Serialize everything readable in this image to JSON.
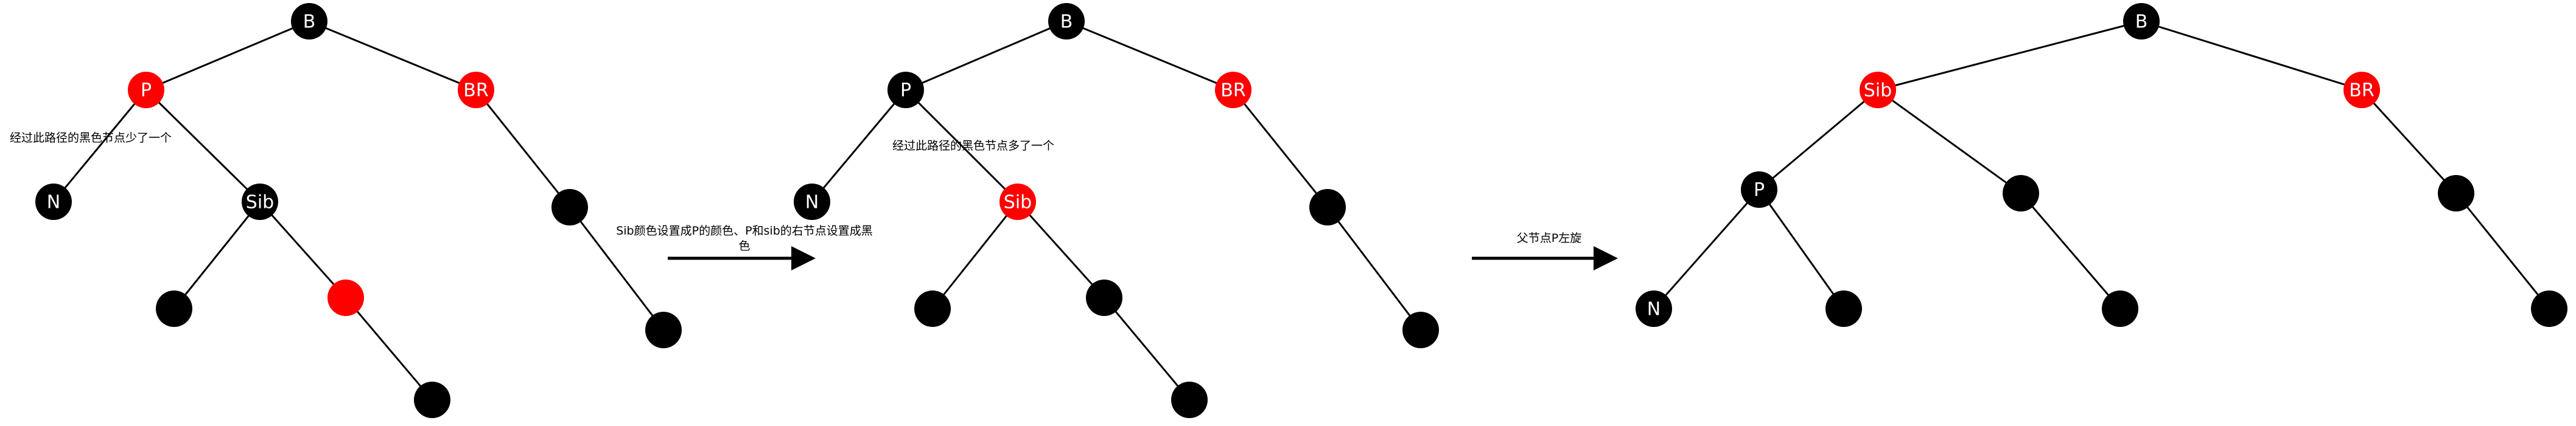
{
  "colors": {
    "black_node": "#000000",
    "red_node": "#ff0000",
    "label": "#ffffff",
    "edge": "#000000"
  },
  "diagrams": [
    {
      "id": "before",
      "nodes": [
        {
          "id": "b",
          "label": "B",
          "color": "black"
        },
        {
          "id": "p",
          "label": "P",
          "color": "red"
        },
        {
          "id": "br",
          "label": "BR",
          "color": "red"
        },
        {
          "id": "n",
          "label": "N",
          "color": "black"
        },
        {
          "id": "sib",
          "label": "Sib",
          "color": "black"
        },
        {
          "id": "br-child",
          "label": "",
          "color": "black"
        },
        {
          "id": "sib-left",
          "label": "",
          "color": "black"
        },
        {
          "id": "sib-right",
          "label": "",
          "color": "red"
        },
        {
          "id": "sib-right-child",
          "label": "",
          "color": "black"
        },
        {
          "id": "br-grandchild",
          "label": "",
          "color": "black"
        }
      ],
      "annotation": "经过此路径的黑色节点少了一个"
    },
    {
      "id": "recolored",
      "nodes": [
        {
          "id": "b",
          "label": "B",
          "color": "black"
        },
        {
          "id": "p",
          "label": "P",
          "color": "black"
        },
        {
          "id": "br",
          "label": "BR",
          "color": "red"
        },
        {
          "id": "n",
          "label": "N",
          "color": "black"
        },
        {
          "id": "sib",
          "label": "Sib",
          "color": "red"
        },
        {
          "id": "br-child",
          "label": "",
          "color": "black"
        },
        {
          "id": "sib-left",
          "label": "",
          "color": "black"
        },
        {
          "id": "sib-right",
          "label": "",
          "color": "black"
        },
        {
          "id": "sib-right-child",
          "label": "",
          "color": "black"
        },
        {
          "id": "br-grandchild",
          "label": "",
          "color": "black"
        }
      ],
      "annotation": "经过此路径的黑色节点多了一个"
    },
    {
      "id": "rotated",
      "nodes": [
        {
          "id": "b",
          "label": "B",
          "color": "black"
        },
        {
          "id": "sib",
          "label": "Sib",
          "color": "red"
        },
        {
          "id": "br",
          "label": "BR",
          "color": "red"
        },
        {
          "id": "p",
          "label": "P",
          "color": "black"
        },
        {
          "id": "sib-right",
          "label": "",
          "color": "black"
        },
        {
          "id": "br-child",
          "label": "",
          "color": "black"
        },
        {
          "id": "n",
          "label": "N",
          "color": "black"
        },
        {
          "id": "sib-left",
          "label": "",
          "color": "black"
        },
        {
          "id": "sib-right-child",
          "label": "",
          "color": "black"
        },
        {
          "id": "br-grandchild",
          "label": "",
          "color": "black"
        }
      ]
    }
  ],
  "transitions": [
    {
      "id": "recolor",
      "lines": [
        "Sib颜色设置成P的颜色、P和sib的右节点设置成黑",
        "色"
      ]
    },
    {
      "id": "rotate",
      "lines": [
        "父节点P左旋"
      ]
    }
  ]
}
